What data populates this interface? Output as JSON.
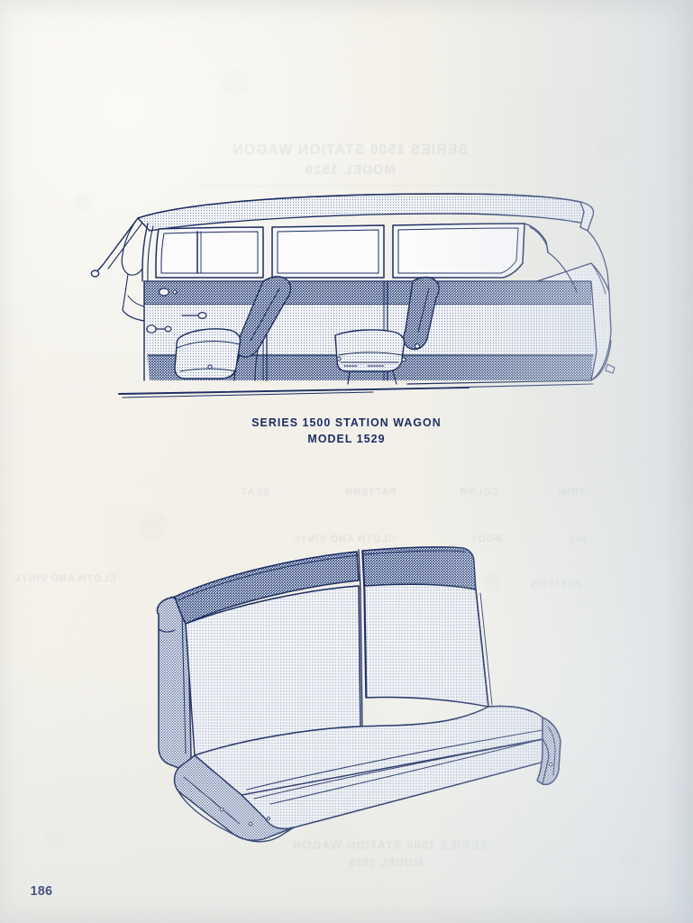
{
  "page": {
    "number": "186",
    "paper_color": "#f4f2ec",
    "ink_color": "#1d2d62",
    "halftone_dark_color": "#5b7099",
    "halftone_light_color": "#c3ccdc"
  },
  "caption": {
    "line1": "SERIES 1500 STATION WAGON",
    "line2": "MODEL 1529"
  },
  "figures": [
    {
      "name": "wagon-cutaway",
      "description": "Cutaway side-view line drawing of a station wagon interior showing front bucket seat, folding second-row seat, door trim panels, side glass and rear quarter."
    },
    {
      "name": "bench-seat",
      "description": "Three-quarter view line drawing of a split-back bench seat with dark bolster band across the top of the backrest and a dark skirt at the base."
    }
  ],
  "ghost_text": {
    "note": "Faint mirrored show-through bleeding from the reverse side of the sheet; illegible.",
    "lines": [
      "SERIES 1500 STATION WAGON",
      "MODEL 1529",
      "TRIM",
      "COLOR",
      "PATTERN",
      "SEAT",
      "NO.",
      "BODY",
      "CLOTH AND VINYL"
    ]
  }
}
